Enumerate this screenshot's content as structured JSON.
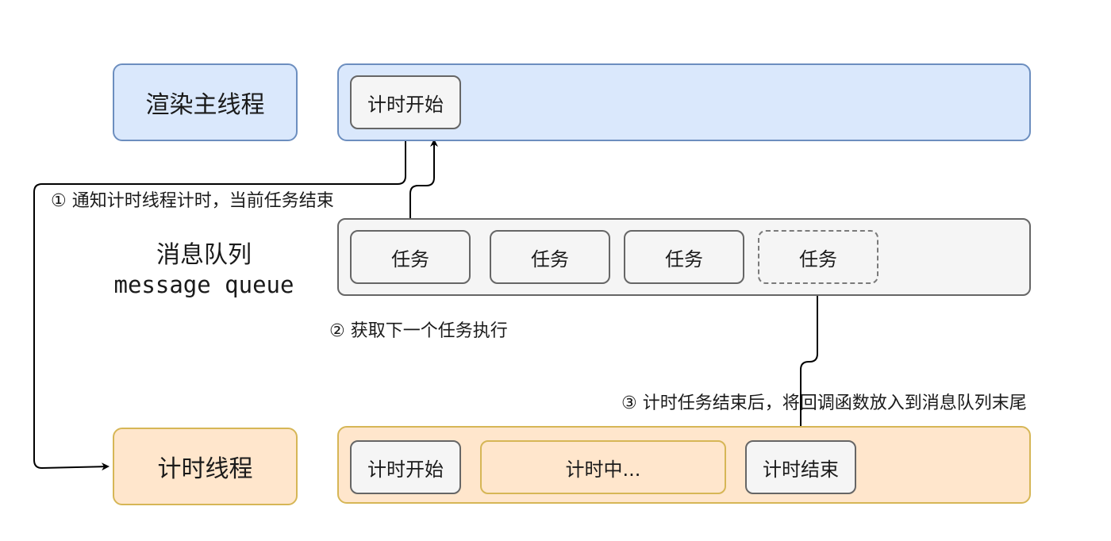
{
  "lanes": {
    "render_main": "渲染主线程",
    "timer_thread": "计时线程"
  },
  "message_queue": {
    "title_cn": "消息队列",
    "title_en": "message queue"
  },
  "render_track": {
    "timer_start": "计时开始"
  },
  "queue_tasks": [
    "任务",
    "任务",
    "任务",
    "任务"
  ],
  "timer_track": {
    "timer_start": "计时开始",
    "timing": "计时中...",
    "timer_end": "计时结束"
  },
  "annotations": {
    "step1": "① 通知计时线程计时，当前任务结束",
    "step2": "② 获取下一个任务执行",
    "step3": "③ 计时任务结束后，将回调函数放入到消息队列末尾"
  }
}
